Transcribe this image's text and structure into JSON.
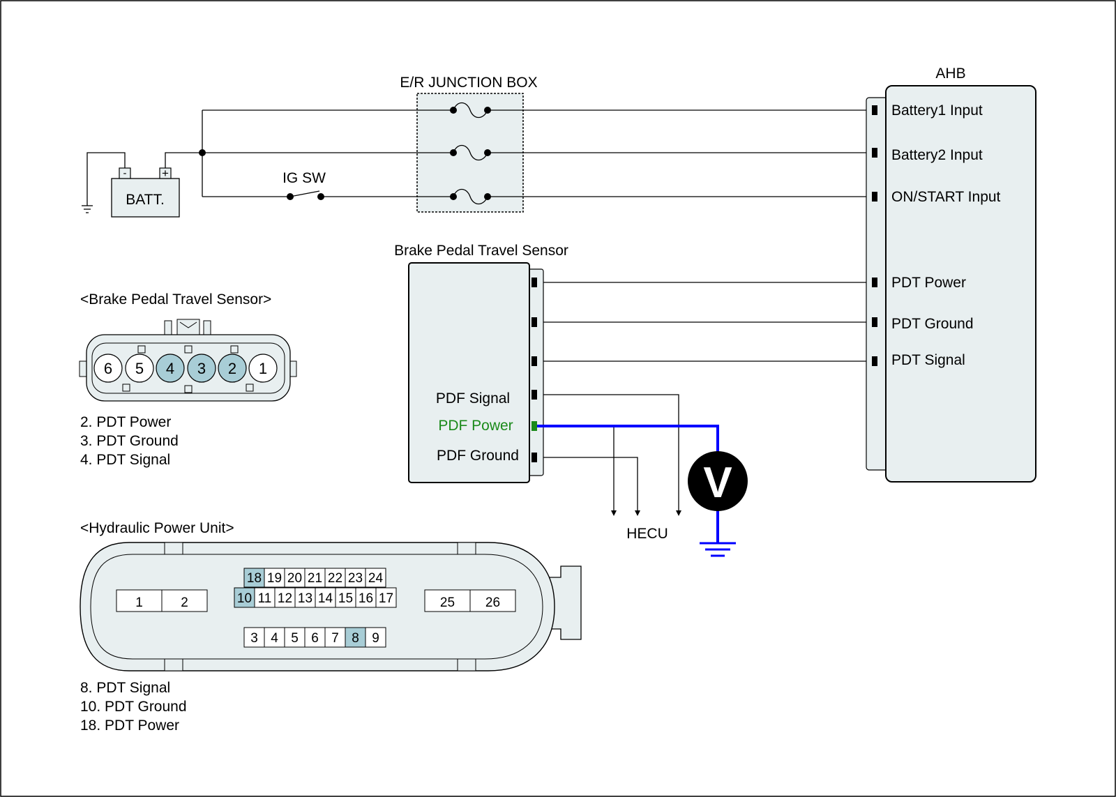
{
  "colors": {
    "box_fill": "#e8eff0",
    "pin_highlight": "#a8cdd6",
    "measure_wire": "#0000ff",
    "highlight_text": "#1a8a1a",
    "line": "#000000"
  },
  "labels": {
    "junction_box": "E/R JUNCTION BOX",
    "ahb": "AHB",
    "battery": "BATT.",
    "battery_neg": "-",
    "battery_pos": "+",
    "ig_switch": "IG SW",
    "bpts_title": "Brake Pedal Travel Sensor",
    "hecu": "HECU",
    "voltmeter": "V"
  },
  "ahb_pins": [
    "Battery1 Input",
    "Battery2 Input",
    "ON/START Input",
    "PDT Power",
    "PDT Ground",
    "PDT Signal"
  ],
  "bpts_pins": [
    "PDF Signal",
    "PDF Power",
    "PDF Ground"
  ],
  "bpts_connector": {
    "title": "<Brake Pedal Travel Sensor>",
    "pins": [
      "6",
      "5",
      "4",
      "3",
      "2",
      "1"
    ],
    "highlighted": [
      "4",
      "3",
      "2"
    ],
    "legend": [
      "2. PDT Power",
      "3. PDT Ground",
      "4. PDT Signal"
    ]
  },
  "hpu_connector": {
    "title": "<Hydraulic Power Unit>",
    "left_pins": [
      "1",
      "2"
    ],
    "top_row": [
      "18",
      "19",
      "20",
      "21",
      "22",
      "23",
      "24"
    ],
    "mid_row": [
      "10",
      "11",
      "12",
      "13",
      "14",
      "15",
      "16",
      "17"
    ],
    "right_pins": [
      "25",
      "26"
    ],
    "bottom_row": [
      "3",
      "4",
      "5",
      "6",
      "7",
      "8",
      "9"
    ],
    "highlighted": [
      "18",
      "10",
      "8"
    ],
    "legend": [
      "8. PDT Signal",
      "10. PDT Ground",
      "18. PDT Power"
    ]
  }
}
